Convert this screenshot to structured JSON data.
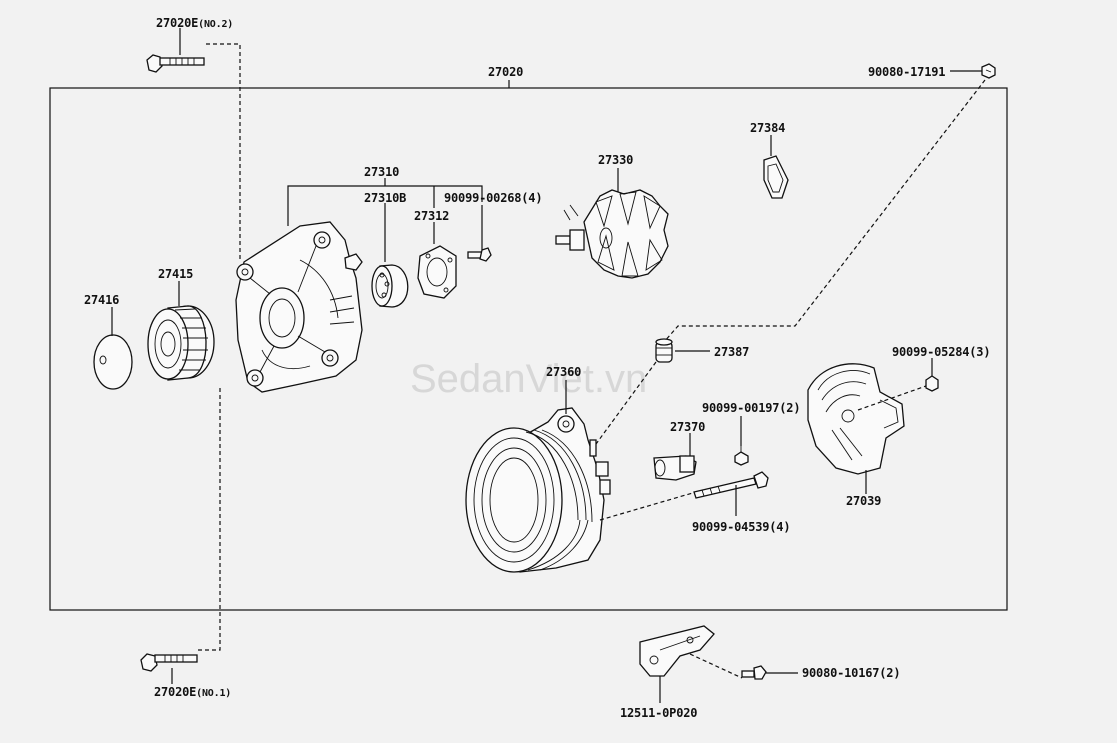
{
  "watermark": "SedanViet.vn",
  "labels": {
    "l27020_no2_num": "27020E",
    "l27020_no2_sfx": "(NO.2)",
    "l27020": "27020",
    "l90080_17191": "90080-17191",
    "l27384": "27384",
    "l27310": "27310",
    "l27330": "27330",
    "l27310b": "27310B",
    "l90099_00268": "90099-00268(4)",
    "l27312": "27312",
    "l27415": "27415",
    "l27416": "27416",
    "l27387": "27387",
    "l90099_05284": "90099-05284(3)",
    "l27360": "27360",
    "l90099_00197": "90099-00197(2)",
    "l27370": "27370",
    "l27039": "27039",
    "l90099_04539": "90099-04539(4)",
    "l27020_no1_num": "27020E",
    "l27020_no1_sfx": "(NO.1)",
    "l90080_10167": "90080-10167(2)",
    "l12511": "12511-0P020"
  }
}
